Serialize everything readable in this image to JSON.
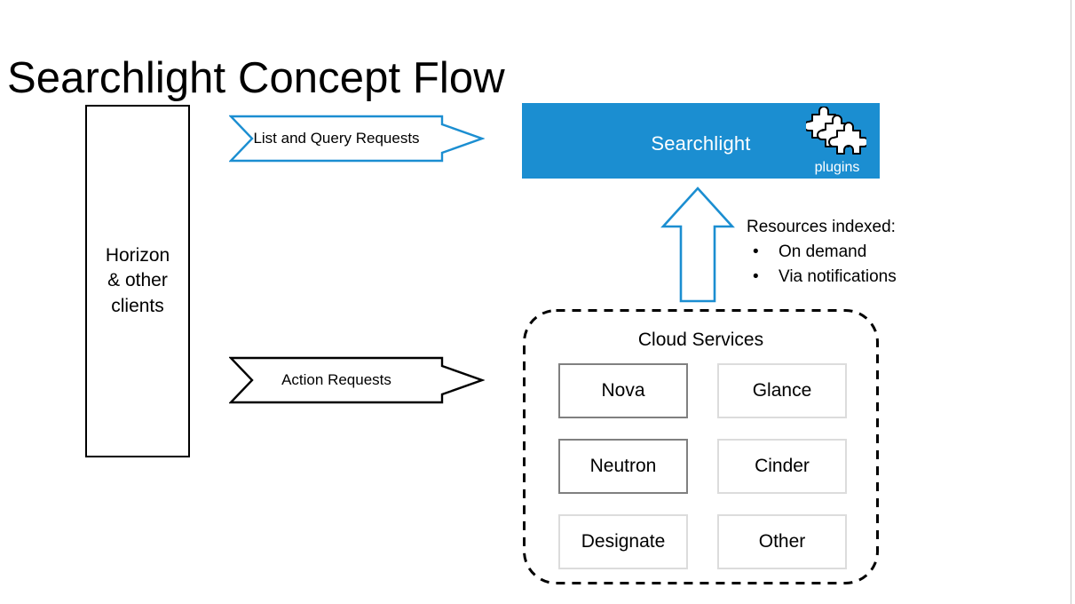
{
  "slide": {
    "title": "Searchlight Concept Flow",
    "background_color": "#ffffff"
  },
  "clients": {
    "name": "clients-box",
    "text": "Horizon\n& other\nclients",
    "border_color": "#000000"
  },
  "arrows": [
    {
      "id": "list-and-query",
      "label": "List and Query Requests",
      "color": "#1b8ed1",
      "direction": "right"
    },
    {
      "id": "action",
      "label": "Action Requests",
      "color": "#000000",
      "direction": "right"
    },
    {
      "id": "indexing",
      "label": "",
      "color": "#1b8ed1",
      "direction": "up"
    }
  ],
  "searchlight": {
    "label": "Searchlight",
    "background_color": "#1b8ed1",
    "text_color": "#ffffff",
    "plugins_caption": "plugins",
    "plugins_icon": "puzzle-pieces-icon"
  },
  "resources": {
    "heading": "Resources indexed:",
    "bullets": [
      "On demand",
      "Via notifications"
    ]
  },
  "cloud_services": {
    "title": "Cloud Services",
    "border_style": "dashed",
    "border_color": "#000000",
    "services": [
      {
        "name": "Nova",
        "emphasis": "strong",
        "border_color": "#808080"
      },
      {
        "name": "Glance",
        "emphasis": "faint",
        "border_color": "#dcdcdc"
      },
      {
        "name": "Neutron",
        "emphasis": "strong",
        "border_color": "#808080"
      },
      {
        "name": "Cinder",
        "emphasis": "faint",
        "border_color": "#dcdcdc"
      },
      {
        "name": "Designate",
        "emphasis": "faint",
        "border_color": "#dcdcdc"
      },
      {
        "name": "Other",
        "emphasis": "faint",
        "border_color": "#dcdcdc"
      }
    ]
  }
}
